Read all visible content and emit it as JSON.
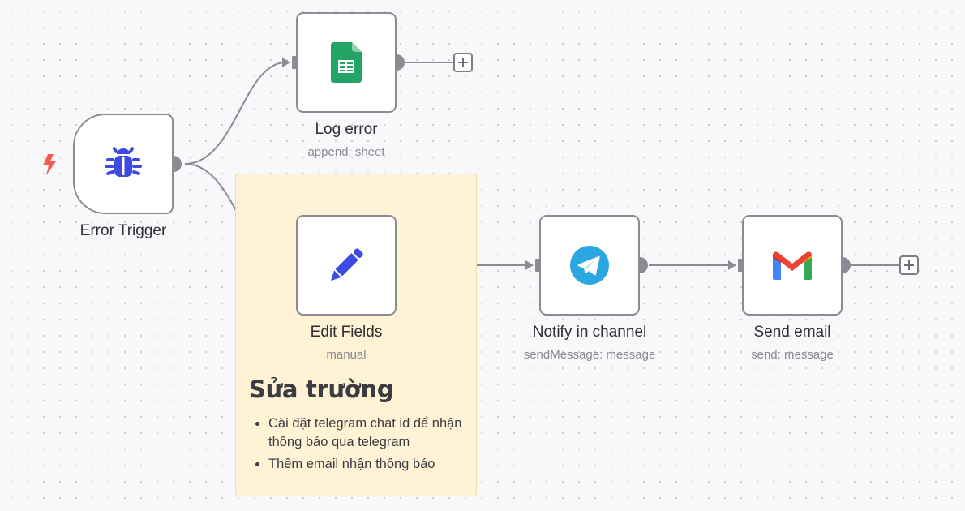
{
  "nodes": {
    "error_trigger": {
      "title": "Error Trigger"
    },
    "log_error": {
      "title": "Log error",
      "subtitle": "append: sheet"
    },
    "edit_fields": {
      "title": "Edit Fields",
      "subtitle": "manual"
    },
    "notify": {
      "title": "Notify in channel",
      "subtitle": "sendMessage: message"
    },
    "send_email": {
      "title": "Send email",
      "subtitle": "send: message"
    }
  },
  "sticky_note": {
    "heading": "Sửa trường",
    "items": [
      "Cài đặt telegram chat id để nhận thông báo qua telegram",
      "Thêm email nhận thông báo"
    ]
  },
  "colors": {
    "node_border": "#8b8b93",
    "connection": "#8b8b93",
    "trigger_icon": "#3d4be0",
    "sheets_green": "#21a464",
    "telegram_blue": "#2aa7e0",
    "sticky_bg": "#fff2d5",
    "bolt": "#f25c54"
  },
  "icons": {
    "trigger": "bug-icon",
    "log_error": "google-sheets-icon",
    "edit_fields": "pencil-icon",
    "notify": "telegram-icon",
    "send_email": "gmail-icon"
  }
}
